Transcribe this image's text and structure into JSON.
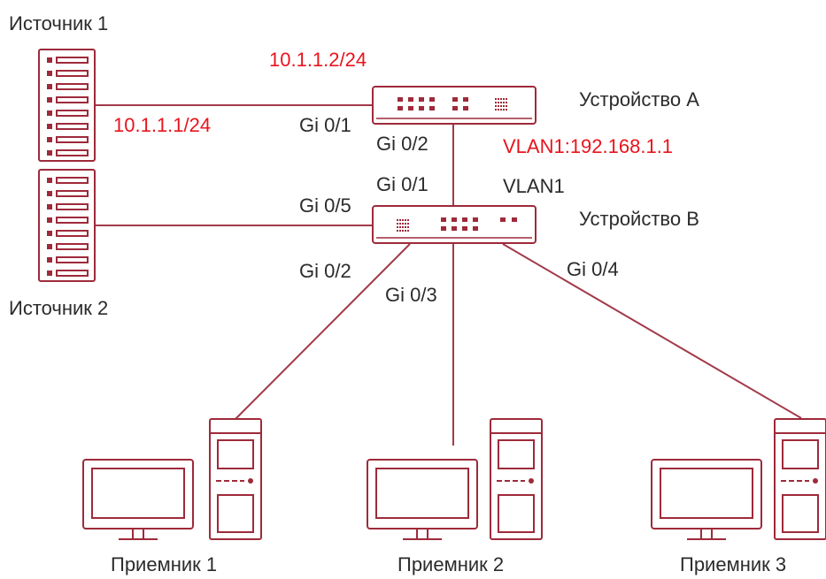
{
  "colors": {
    "device": "#9e2a3a",
    "link": "#a23a49",
    "accent": "#e8141c",
    "text": "#2b2b2b"
  },
  "sources": [
    {
      "name": "Источник 1",
      "icon": "server-rack-icon"
    },
    {
      "name": "Источник 2",
      "icon": "server-rack-icon"
    }
  ],
  "devices": {
    "a": {
      "name": "Устройство A",
      "icon": "switch-icon",
      "vlan_ip": "VLAN1:192.168.1.1"
    },
    "b": {
      "name": "Устройство B",
      "icon": "switch-icon",
      "vlan": "VLAN1"
    }
  },
  "ips": {
    "source1": "10.1.1.1/24",
    "device_a_port": "10.1.1.2/24"
  },
  "ports": {
    "a_to_source1": "Gi 0/1",
    "a_to_b": "Gi 0/2",
    "b_to_a": "Gi 0/1",
    "b_to_source2": "Gi 0/5",
    "b_to_receiver1": "Gi 0/2",
    "b_to_receiver2": "Gi 0/3",
    "b_to_receiver3": "Gi 0/4"
  },
  "receivers": [
    {
      "name": "Приемник 1",
      "icon": "desktop-computer-icon"
    },
    {
      "name": "Приемник 2",
      "icon": "desktop-computer-icon"
    },
    {
      "name": "Приемник 3",
      "icon": "desktop-computer-icon"
    }
  ]
}
